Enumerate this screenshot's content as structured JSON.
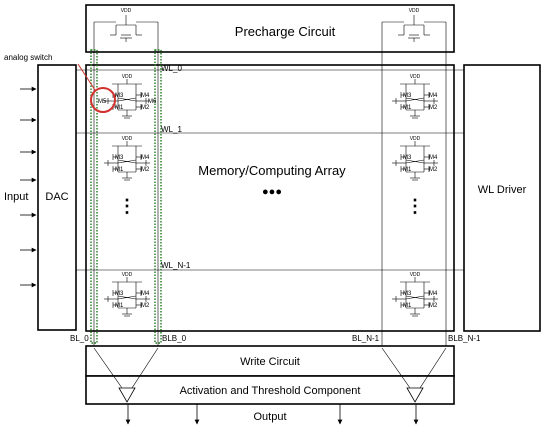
{
  "blocks": {
    "precharge": "Precharge Circuit",
    "dac": "DAC",
    "array": "Memory/Computing Array",
    "wl_driver": "WL Driver",
    "write": "Write Circuit",
    "activation": "Activation and Threshold Component"
  },
  "labels": {
    "input": "Input",
    "output": "Output",
    "analog_switch": "analog switch",
    "dots_h": "●●●",
    "dots_v": "⋮",
    "vdd": "VDD"
  },
  "wordlines": [
    "WL_0",
    "WL_1",
    "WL_N-1"
  ],
  "bitlines": [
    "BL_0",
    "BLB_0",
    "BL_N-1",
    "BLB_N-1"
  ],
  "transistors": [
    "M1",
    "M2",
    "M3",
    "M4",
    "M5",
    "M6"
  ],
  "colors": {
    "highlight_switch": "#d0312d",
    "bitline_highlight": "#1a7a1a",
    "line": "#000000"
  }
}
